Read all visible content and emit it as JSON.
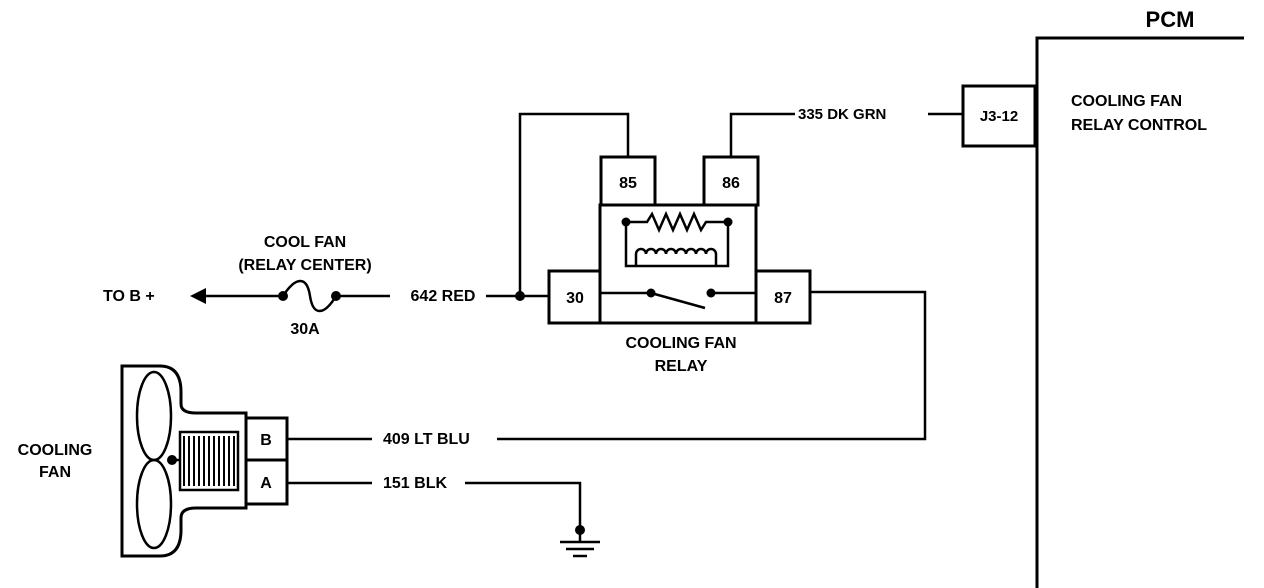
{
  "pcm": {
    "title": "PCM",
    "connector": "J3-12",
    "function_line1": "COOLING FAN",
    "function_line2": "RELAY CONTROL"
  },
  "relay": {
    "label_line1": "COOLING FAN",
    "label_line2": "RELAY",
    "pins": {
      "p85": "85",
      "p86": "86",
      "p30": "30",
      "p87": "87"
    }
  },
  "fuse": {
    "name_line1": "COOL FAN",
    "name_line2": "(RELAY CENTER)",
    "rating": "30A"
  },
  "battery": {
    "label": "TO B +"
  },
  "fan": {
    "label_line1": "COOLING",
    "label_line2": "FAN",
    "pins": {
      "b": "B",
      "a": "A"
    }
  },
  "wires": {
    "w642": "642 RED",
    "w335": "335 DK GRN",
    "w409": "409 LT BLU",
    "w151": "151 BLK"
  }
}
